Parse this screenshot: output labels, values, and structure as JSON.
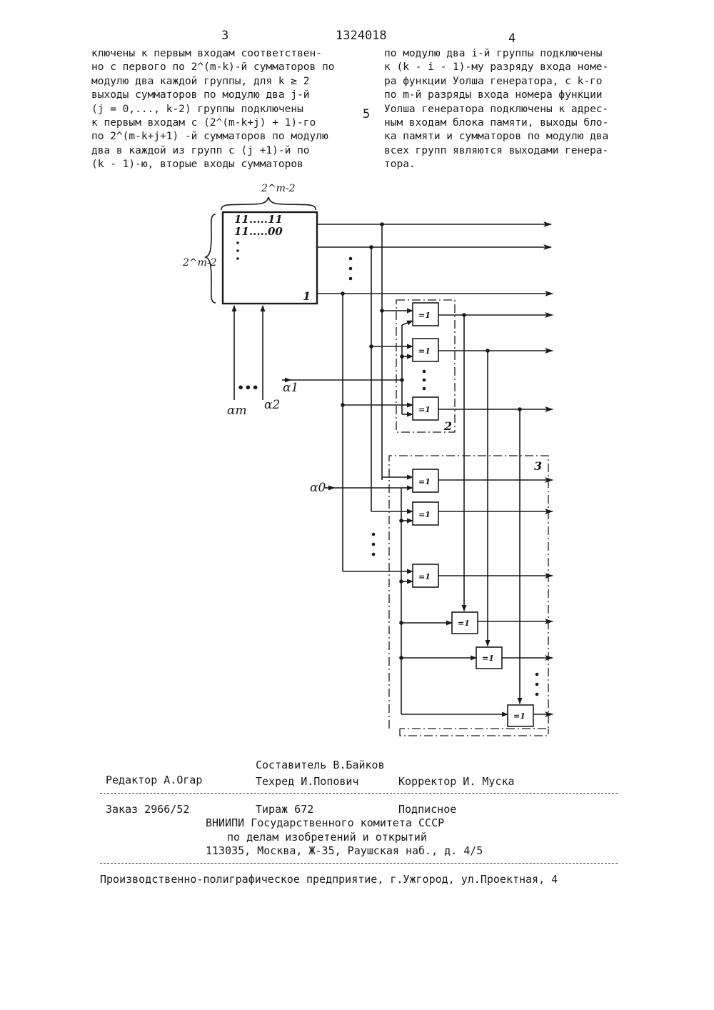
{
  "header": {
    "left_page": "3",
    "patent_number": "1324018",
    "right_page": "4",
    "line_marker": "5"
  },
  "left_column": [
    "ключены к первым входам соответствен-",
    "но с первого по 2^(m-k)-й сумматоров по",
    "модулю два каждой группы, для k ≥ 2",
    "выходы сумматоров по модулю два j-й",
    "(j = 0,..., k-2) группы подключены",
    "к первым входам с (2^(m-k+j) + 1)-го",
    "по 2^(m-k+j+1) -й сумматоров по модулю",
    "два в каждой из групп с (j +1)-й по",
    "(k - 1)-ю, вторые входы сумматоров"
  ],
  "right_column": [
    "по модулю два i-й группы подключены",
    "к (k - i - 1)-му разряду входа номе-",
    "ра функции Уолша генератора, с k-го",
    "по m-й разряды входа номера функции",
    "Уолша генератора подключены к адрес-",
    "ным входам блока памяти, выходы бло-",
    "ка памяти и сумматоров по модулю два",
    "всех групп являются выходами генера-",
    "тора."
  ],
  "figure": {
    "top_brace_label": "2^m-2",
    "side_brace_label": "2^m-2",
    "memory_row_1": "11.....11",
    "memory_row_2": "11.....00",
    "memory_block_number": "1",
    "group2_number": "2",
    "group3_number": "3",
    "xor_label": "=1",
    "input_a1": "α1",
    "input_a0": "α0",
    "input_am": "αm",
    "input_a2": "α2",
    "ellipsis": "•••"
  },
  "imprint": {
    "compiler": "Составитель В.Байков",
    "editor": "Редактор А.Огар",
    "techred": "Техред И.Попович",
    "corrector": "Корректор И. Муска",
    "order": "Заказ 2966/52",
    "circulation": "Тираж 672",
    "subscription": "Подписное",
    "org1": "ВНИИПИ Государственного комитета СССР",
    "org2": "по делам изобретений и открытий",
    "address": "113035, Москва, Ж-35, Раушская наб., д. 4/5",
    "printer": "Производственно-полиграфическое предприятие, г.Ужгород, ул.Проектная, 4"
  }
}
